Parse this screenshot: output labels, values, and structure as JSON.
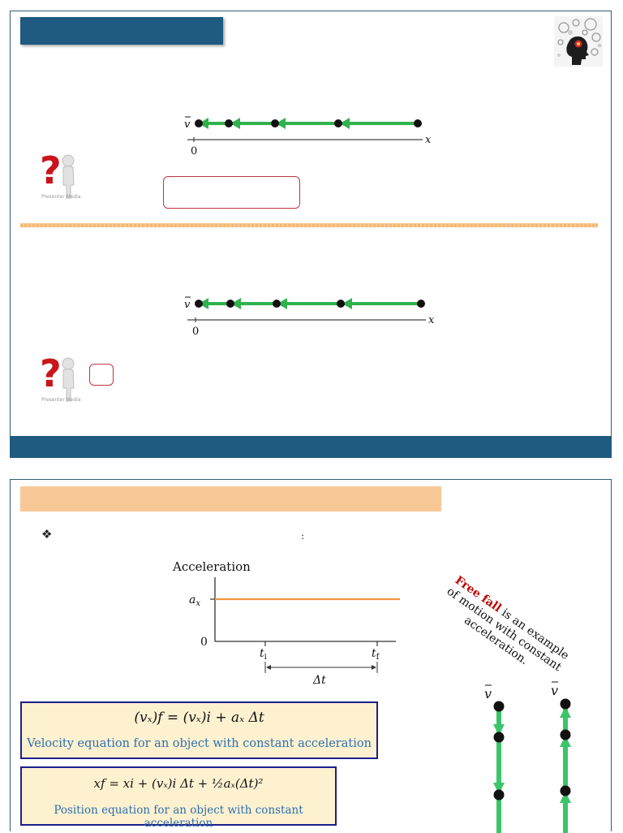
{
  "slide1": {
    "title": "",
    "diagram_top": {
      "vector_label": "v",
      "axis_label": "x",
      "origin_label": "0"
    },
    "diagram_bottom": {
      "vector_label": "v",
      "axis_label": "x",
      "origin_label": "0"
    },
    "question_icon_caption": "Presenter Media",
    "colors": {
      "title_bar": "#1f5a80",
      "arrow": "#2fb24c",
      "answer_box_border": "#c0343f"
    }
  },
  "slide2": {
    "header": "",
    "bullet_symbol": "❖",
    "bullet_colon": ":",
    "graph": {
      "y_title": "Acceleration",
      "y_value_label": "a",
      "y_value_sub": "x",
      "y_zero": "0",
      "t_initial": "t",
      "t_initial_sub": "i",
      "t_final": "t",
      "t_final_sub": "f",
      "interval_label": "Δt"
    },
    "velocity_box": {
      "equation": "(vₓ)f = (vₓ)i + aₓ Δt",
      "caption": "Velocity equation for an object with constant acceleration"
    },
    "position_box": {
      "equation": "xf = xi + (vₓ)i Δt + ½aₓ(Δt)²",
      "caption": "Position equation for an object with constant acceleration"
    },
    "freefall": {
      "highlight": "Free fall",
      "rest": "is an example of motion with constant acceleration."
    },
    "fall_diagram": {
      "left_label": "v",
      "right_label": "v"
    },
    "colors": {
      "header_band": "#f8c896",
      "box_border": "#1b1f8a",
      "box_fill": "#fdf1d0",
      "caption": "#2c6fb0",
      "graph_line": "#f0963c"
    }
  }
}
